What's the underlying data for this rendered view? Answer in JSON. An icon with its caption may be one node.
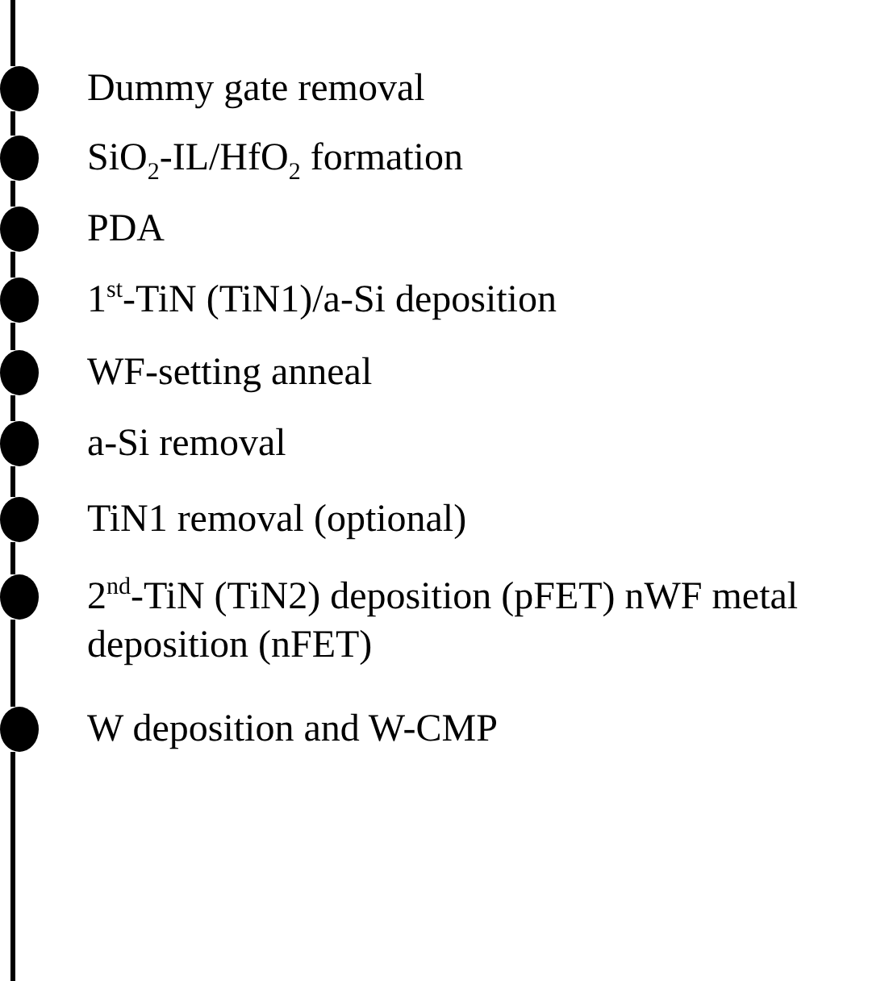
{
  "diagram": {
    "nodes": [
      {
        "text": [],
        "shape": "circle",
        "beside": [
          "Dummy gate removal"
        ]
      },
      {
        "text": [],
        "shape": "circle",
        "beside": [
          "SiO$_{2}$-IL/HfO$_{2}$ formation"
        ]
      },
      {
        "text": [],
        "shape": "circle",
        "beside": [
          "PDA"
        ]
      },
      {
        "text": [],
        "shape": "circle",
        "beside": [
          "1$^{st}$-TiN (TiN1)/a-Si deposition"
        ]
      },
      {
        "text": [],
        "shape": "circle",
        "beside": [
          "WF-setting anneal"
        ]
      },
      {
        "text": [],
        "shape": "circle",
        "beside": [
          "a-Si removal"
        ]
      },
      {
        "text": [],
        "shape": "circle",
        "beside": [
          "TiN1 removal (optional)"
        ]
      },
      {
        "text": [],
        "shape": "circle",
        "beside": [
          "2$^{nd}$-TiN (TiN2) deposition (pFET) nWF metal deposition (nFET)"
        ]
      },
      {
        "text": [],
        "shape": "circle",
        "beside": [
          "W deposition and W-CMP"
        ]
      }
    ],
    "edges": [
      {
        "from": null,
        "to": 0,
        "arrow": "none"
      },
      {
        "from": 0,
        "to": 1,
        "arrow": "none"
      },
      {
        "from": 1,
        "to": 2,
        "arrow": "none"
      },
      {
        "from": 2,
        "to": 3,
        "arrow": "none"
      },
      {
        "from": 3,
        "to": 4,
        "arrow": "none"
      },
      {
        "from": 4,
        "to": 5,
        "arrow": "none"
      },
      {
        "from": 5,
        "to": 6,
        "arrow": "none"
      },
      {
        "from": 6,
        "to": 7,
        "arrow": "none"
      },
      {
        "from": 7,
        "to": 8,
        "arrow": "none"
      },
      {
        "from": 8,
        "to": null,
        "arrow": "none"
      }
    ]
  }
}
